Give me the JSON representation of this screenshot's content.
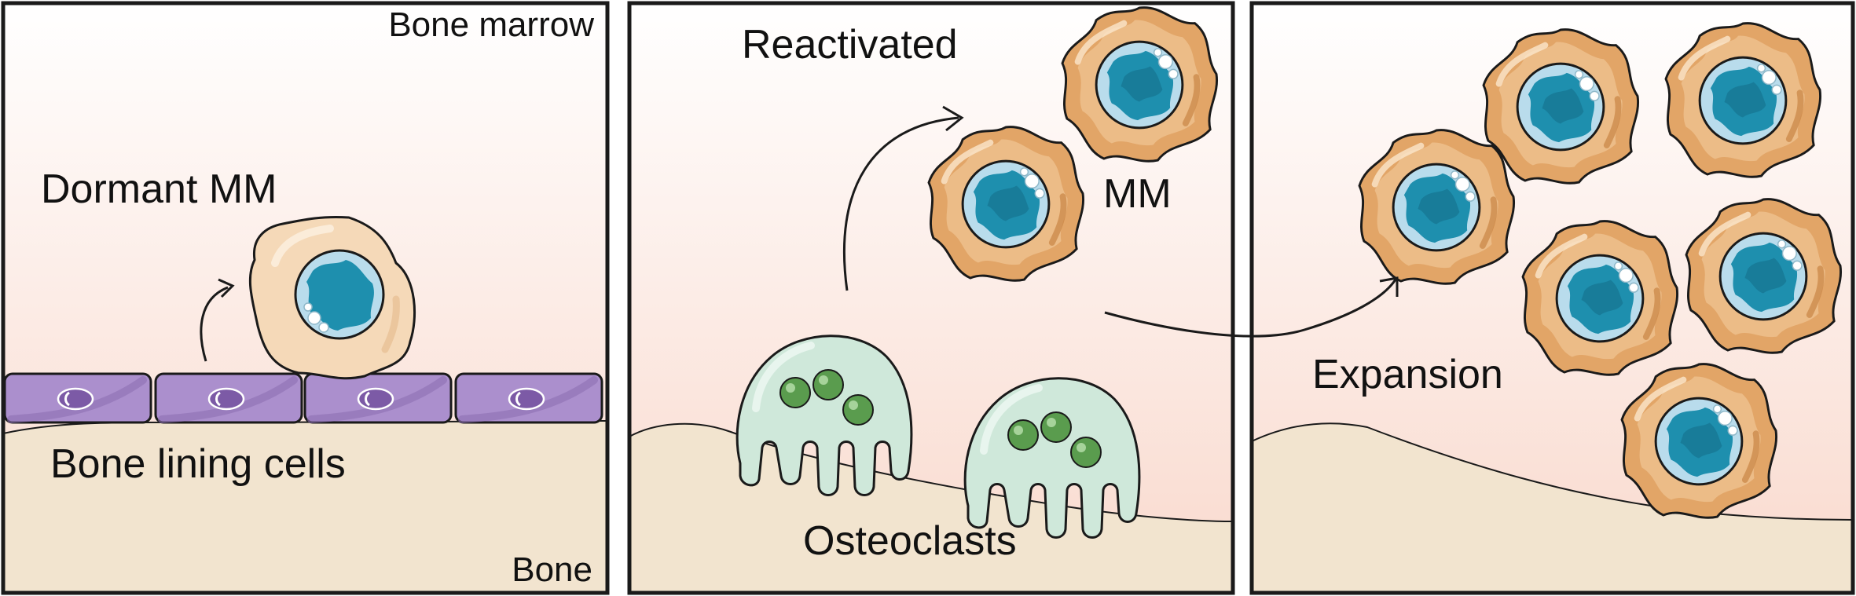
{
  "panels": [
    {
      "id": "dormant",
      "labels": {
        "bone_marrow": "Bone marrow",
        "dormant": "Dormant MM",
        "lining": "Bone lining cells",
        "bone": "Bone"
      }
    },
    {
      "id": "reactivated",
      "labels": {
        "reactivated": "Reactivated",
        "mm": "MM",
        "osteoclasts": "Osteoclasts"
      }
    },
    {
      "id": "expansion",
      "labels": {
        "expansion": "Expansion"
      }
    }
  ],
  "colors": {
    "marrow_top": "#ffffff",
    "marrow_bottom": "#f9d9cd",
    "bone": "#f2e4cf",
    "lining_cell": "#ab8fcd",
    "lining_nucleus": "#7c5aa6",
    "dormant_cytoplasm": "#f5d9b8",
    "active_cytoplasm": "#e2a567",
    "nucleus": "#1e8fae",
    "osteoclast": "#cfe8da",
    "osteoclast_nucleus": "#5a9c4e",
    "outline": "#1a1a1a"
  }
}
